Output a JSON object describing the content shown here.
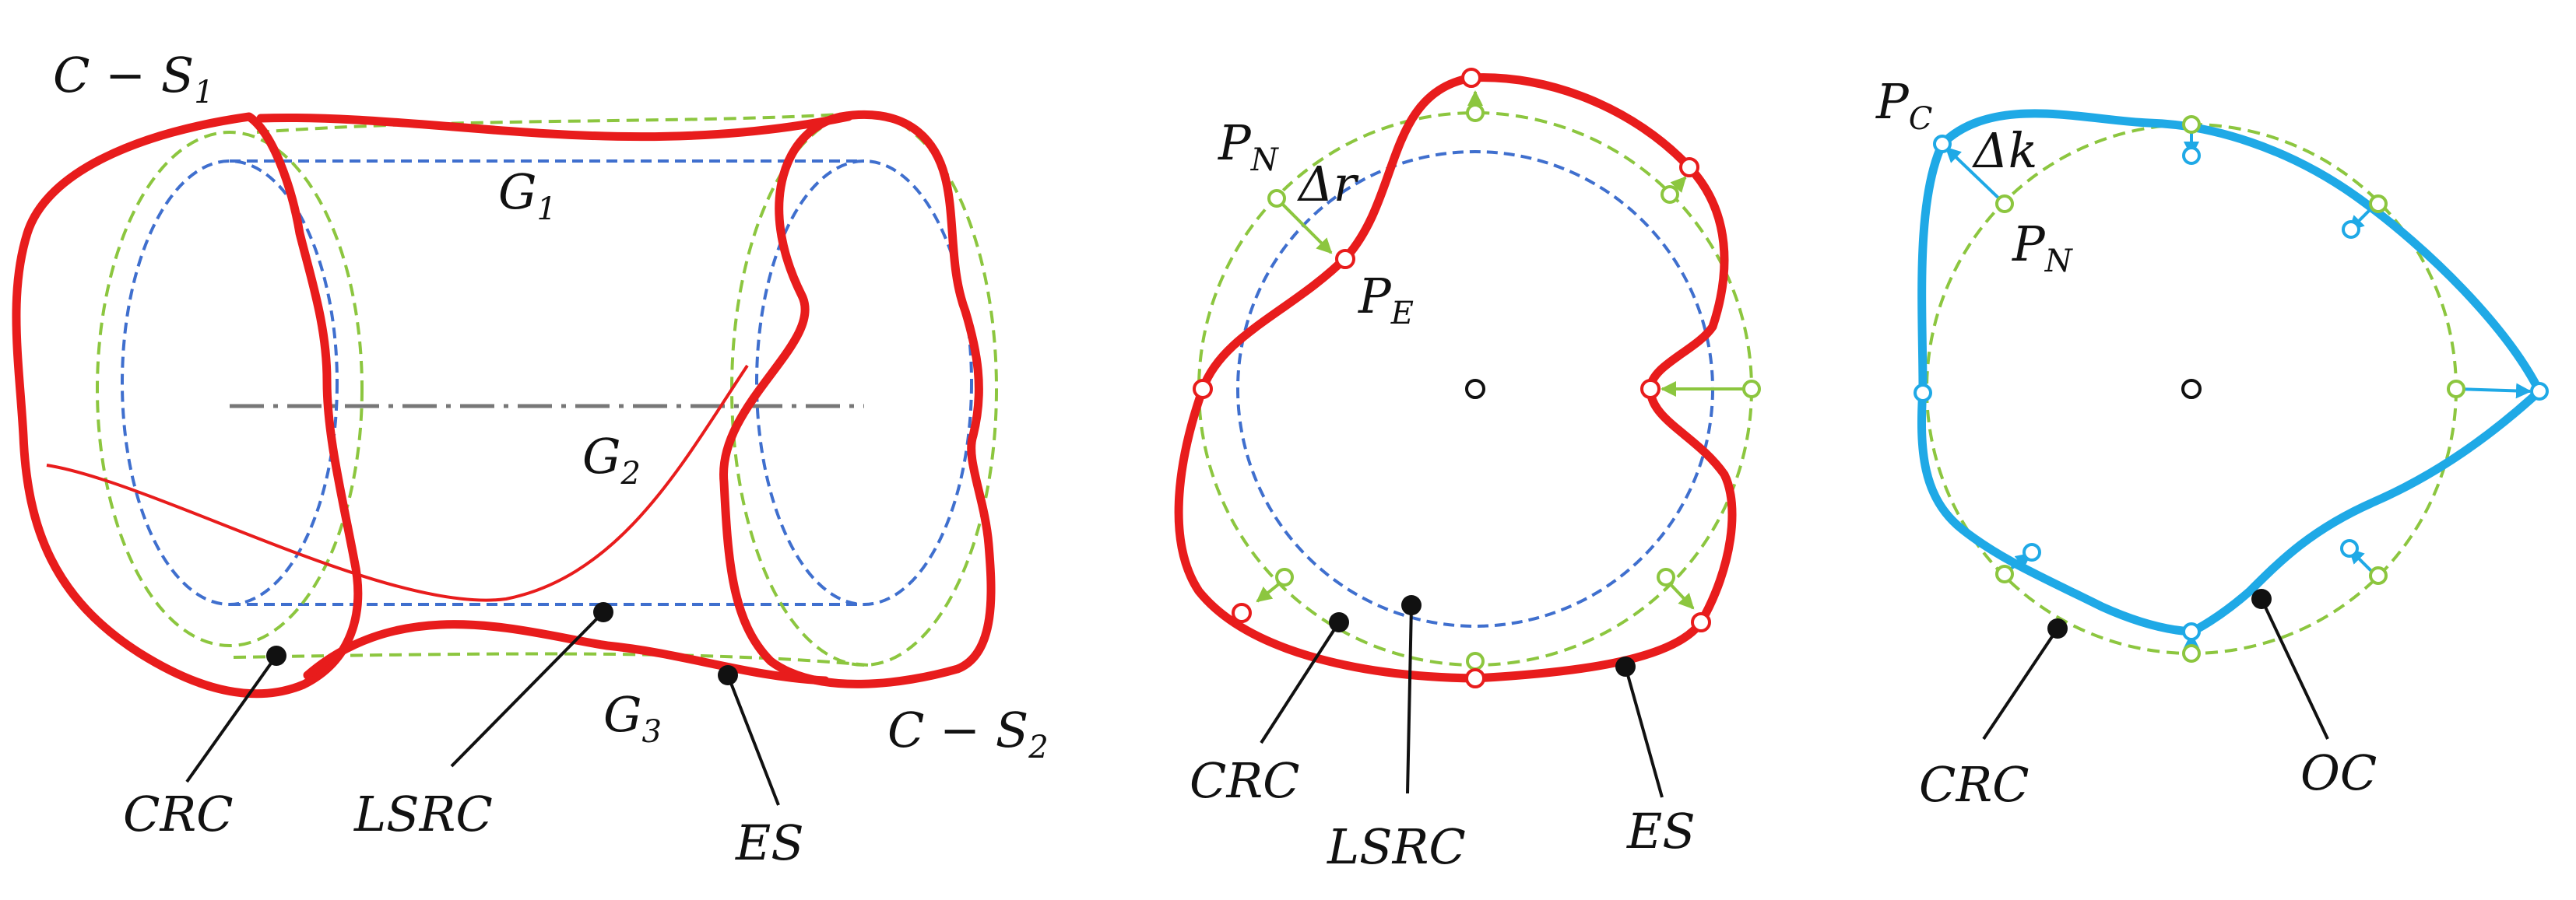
{
  "colors": {
    "surface": "#e81c1c",
    "nominal": "#8cc63f",
    "inner": "#3f6fce",
    "corrected": "#1fa9e6",
    "axis": "#777777",
    "ink": "#111111"
  },
  "left": {
    "cs1_main": "C − S",
    "cs1_sub": "1",
    "cs2_main": "C − S",
    "cs2_sub": "2",
    "g1_main": "G",
    "g1_sub": "1",
    "g2_main": "G",
    "g2_sub": "2",
    "g3_main": "G",
    "g3_sub": "3",
    "crc": "CRC",
    "lsrc": "LSRC",
    "es": "ES"
  },
  "middle": {
    "pn_main": "P",
    "pn_sub": "N",
    "pe_main": "P",
    "pe_sub": "E",
    "delta_r": "Δr",
    "crc": "CRC",
    "lsrc": "LSRC",
    "es": "ES"
  },
  "right": {
    "pc_main": "P",
    "pc_sub": "C",
    "pn_main": "P",
    "pn_sub": "N",
    "delta_k": "Δk",
    "crc": "CRC",
    "oc": "OC"
  }
}
